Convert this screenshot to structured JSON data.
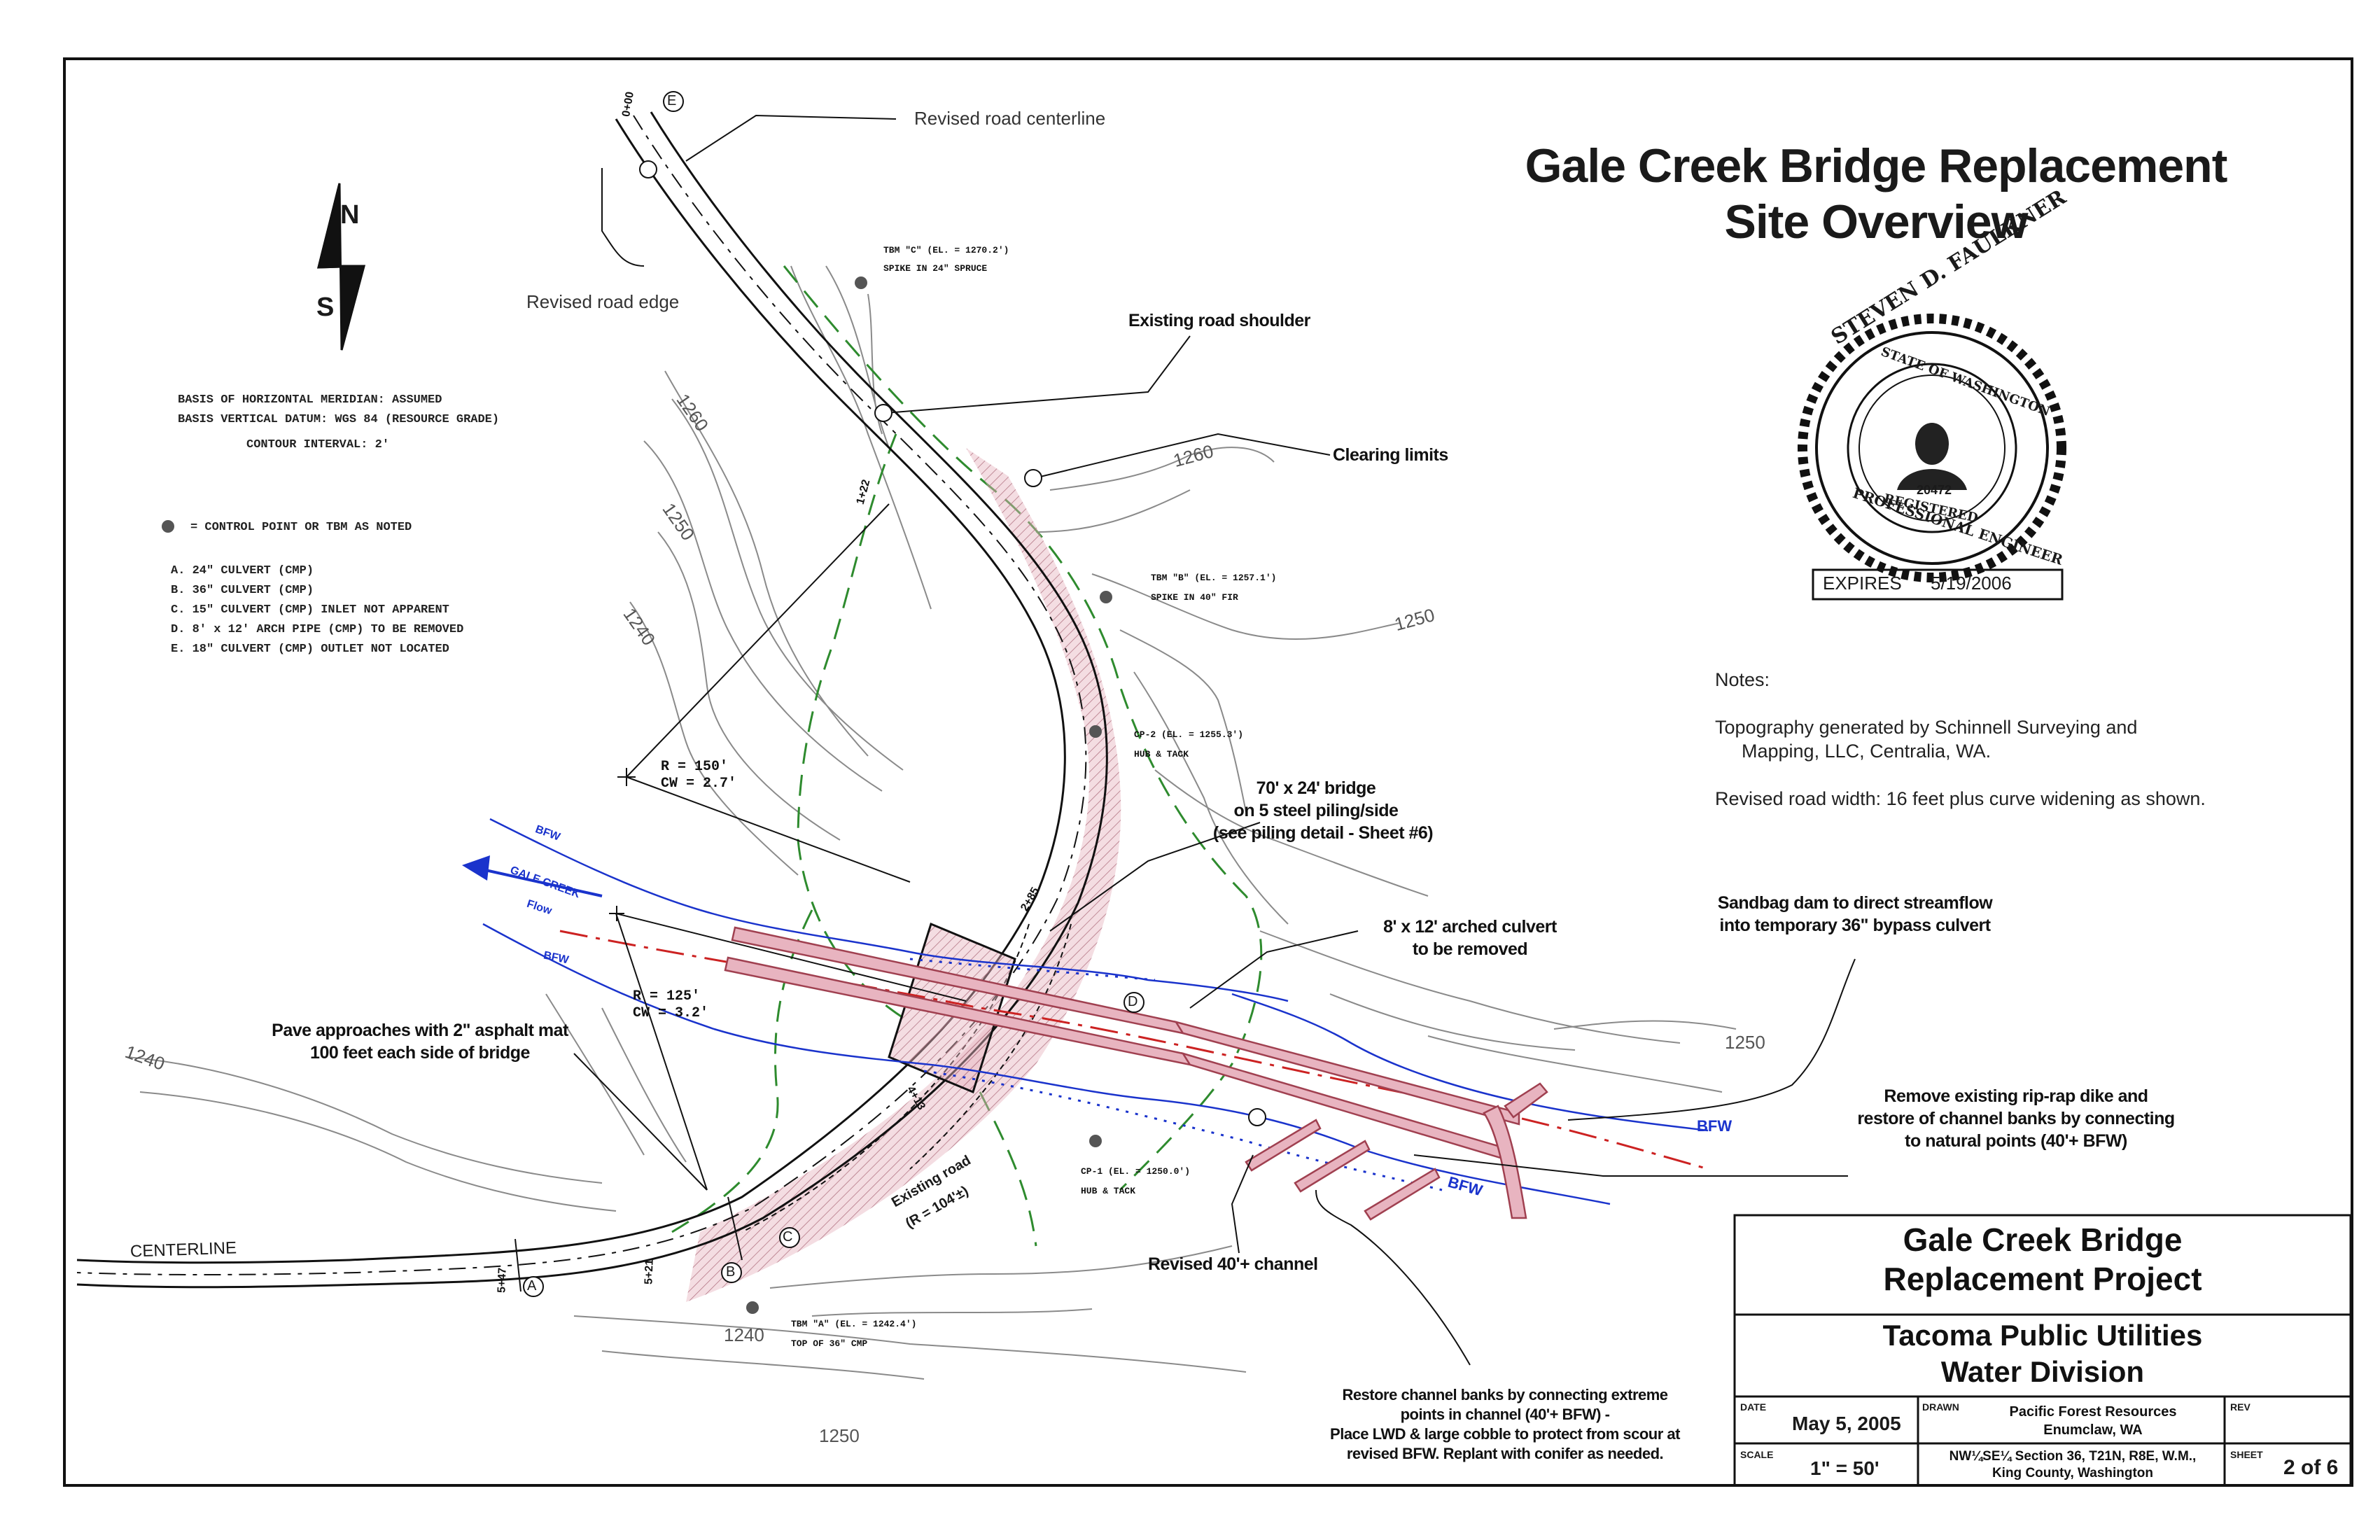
{
  "title": {
    "line1": "Gale Creek Bridge Replacement",
    "line2": "Site Overview"
  },
  "north_arrow": {
    "n_label": "N",
    "s_label": "S",
    "icon": "north-arrow-icon"
  },
  "datum": {
    "line1": "BASIS OF HORIZONTAL MERIDIAN: ASSUMED",
    "line2": "BASIS VERTICAL DATUM: WGS 84 (RESOURCE GRADE)",
    "line3": "CONTOUR INTERVAL: 2'"
  },
  "legend": {
    "control_point": "= CONTROL POINT OR TBM AS NOTED",
    "items": [
      "A. 24\" CULVERT (CMP)",
      "B. 36\" CULVERT (CMP)",
      "C. 15\" CULVERT (CMP) INLET NOT APPARENT",
      "D. 8' x 12' ARCH PIPE (CMP) TO BE REMOVED",
      "E. 18\" CULVERT (CMP) OUTLET NOT LOCATED"
    ]
  },
  "seal": {
    "name": "STEVEN D. FAULKNER",
    "state": "STATE OF WASHINGTON",
    "number": "20472",
    "registered": "REGISTERED",
    "professional": "PROFESSIONAL ENGINEER",
    "expires_label": "EXPIRES",
    "expires_date": "5/19/2006"
  },
  "notes": {
    "heading": "Notes:",
    "note1_line1": "Topography generated by Schinnell Surveying and",
    "note1_line2": "Mapping, LLC, Centralia, WA.",
    "note2": "Revised road width: 16 feet plus curve widening as shown."
  },
  "callouts": {
    "revised_centerline": "Revised road centerline",
    "revised_edge": "Revised road edge",
    "existing_shoulder": "Existing road shoulder",
    "clearing_limits": "Clearing limits",
    "bridge_line1": "70' x 24' bridge",
    "bridge_line2": "on 5 steel piling/side",
    "bridge_line3": "(see piling detail - Sheet #6)",
    "culvert_line1": "8' x 12' arched culvert",
    "culvert_line2": "to be removed",
    "sandbag_line1": "Sandbag dam to direct streamflow",
    "sandbag_line2": "into temporary 36\" bypass culvert",
    "pave_line1": "Pave approaches with 2\" asphalt mat",
    "pave_line2": "100 feet each side of bridge",
    "riprap_line1": "Remove existing rip-rap dike and",
    "riprap_line2": "restore of channel banks by connecting",
    "riprap_line3": "to natural points (40'+ BFW)",
    "revised_channel": "Revised 40'+ channel",
    "restore_line1": "Restore channel banks by connecting extreme",
    "restore_line2": "points in channel (40'+ BFW) -",
    "restore_line3": "Place LWD & large cobble to protect from scour at",
    "restore_line4": "revised BFW.  Replant with conifer as needed."
  },
  "map_labels": {
    "centerline": "CENTERLINE",
    "curve1_r": "R = 150'",
    "curve1_cw": "CW = 2.7'",
    "curve2_r": "R = 125'",
    "curve2_cw": "CW = 3.2'",
    "tbm_c_line1": "TBM \"C\" (EL. = 1270.2')",
    "tbm_c_line2": "SPIKE IN 24\" SPRUCE",
    "tbm_b_line1": "TBM \"B\" (EL. = 1257.1')",
    "tbm_b_line2": "SPIKE IN 40\" FIR",
    "cp2_line1": "CP-2 (EL. = 1255.3')",
    "cp2_line2": "HUB & TACK",
    "cp1_line1": "CP-1 (EL. = 1250.0')",
    "cp1_line2": "HUB & TACK",
    "tbm_a_line1": "TBM \"A\" (EL. = 1242.4')",
    "tbm_a_line2": "TOP OF 36\" CMP",
    "existing_road_line1": "Existing road",
    "existing_road_line2": "(R = 104'±)",
    "bfw": "BFW",
    "gale_creek": "GALE CREEK",
    "flow": "Flow",
    "station_0": "0+00",
    "station_1": "1+22",
    "station_2": "2+85",
    "station_3": "4+13",
    "station_4": "5+21",
    "station_5": "5+47",
    "letter_a": "A",
    "letter_b": "B",
    "letter_c": "C",
    "letter_d": "D",
    "letter_e": "E"
  },
  "contours": [
    "1260",
    "1250",
    "1240",
    "1260",
    "1250",
    "1250",
    "1240",
    "1240",
    "1250"
  ],
  "title_block": {
    "project_line1": "Gale Creek Bridge",
    "project_line2": "Replacement Project",
    "org_line1": "Tacoma Public Utilities",
    "org_line2": "Water Division",
    "date_label": "DATE",
    "date_value": "May 5, 2005",
    "drawn_label": "DRAWN",
    "drawn_value_line1": "Pacific Forest Resources",
    "drawn_value_line2": "Enumclaw, WA",
    "rev_label": "REV",
    "rev_value": "",
    "scale_label": "SCALE",
    "scale_value": "1\" = 50'",
    "location_line1": "NW¼SE¼ Section 36, T21N, R8E, W.M.,",
    "location_line2": "King County, Washington",
    "sheet_label": "SHEET",
    "sheet_value": "2 of 6"
  },
  "colors": {
    "creek_blue": "#1a33cc",
    "clearing_green": "#2e8b2e",
    "centerline_red": "#cc2222",
    "fill_pink": "#e8b4c0",
    "contour_gray": "#8a8a8a"
  }
}
